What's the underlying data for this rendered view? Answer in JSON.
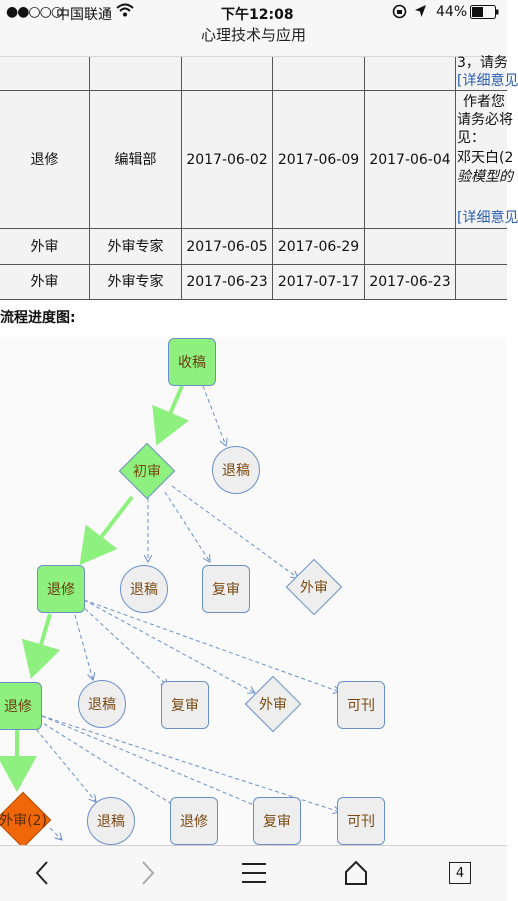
{
  "status_bar": {
    "signal": "●●○○○",
    "carrier": "中国联通",
    "time": "下午12:08",
    "battery": "44%"
  },
  "nav": {
    "title": "心理技术与应用"
  },
  "table": {
    "rows": [
      {
        "step": "",
        "handler": "",
        "sent": "",
        "due": "",
        "returned": ""
      },
      {
        "step": "退修",
        "handler": "编辑部",
        "sent": "2017-06-02",
        "due": "2017-06-09",
        "returned": "2017-06-04"
      },
      {
        "step": "外审",
        "handler": "外审专家",
        "sent": "2017-06-05",
        "due": "2017-06-29",
        "returned": ""
      },
      {
        "step": "外审",
        "handler": "外审专家",
        "sent": "2017-06-23",
        "due": "2017-07-17",
        "returned": "2017-06-23"
      }
    ],
    "remark_row0_line1": "3，请务",
    "remark_row0_link": "[详细意见",
    "remark_row1_line1": "作者您",
    "remark_row1_line2": "请务必将",
    "remark_row1_line3": "见：",
    "remark_row1_line4": "邓天白(2",
    "remark_row1_line5": "验模型的",
    "remark_row1_link": "[详细意见"
  },
  "flow": {
    "title": "流程进度图:",
    "nodes": {
      "n1": "收稿",
      "n1_reject": "退稿",
      "n2": "初审",
      "n2_reject": "退稿",
      "n2_review": "复审",
      "n2_external": "外审",
      "n3": "退修",
      "n3_reject": "退稿",
      "n3_review": "复审",
      "n3_external": "外审",
      "n3_accept": "可刊",
      "n4": "退修",
      "n4_reject": "退稿",
      "n4_revise": "退修",
      "n4_review": "复审",
      "n4_accept": "可刊",
      "n5": "外审(2)"
    },
    "colors": {
      "active": "#8ef07e",
      "current": "#f0670a",
      "pending": "#eeeeee",
      "path_arrow": "#8ef07e",
      "option_arrow": "#6a8fc8"
    }
  },
  "toolbar": {
    "tabs_count": "4"
  },
  "icons": [
    "wifi-icon",
    "location-arrow-icon",
    "rotation-lock-icon",
    "battery-icon",
    "back-icon",
    "forward-icon",
    "menu-icon",
    "home-icon",
    "tabs-icon"
  ]
}
